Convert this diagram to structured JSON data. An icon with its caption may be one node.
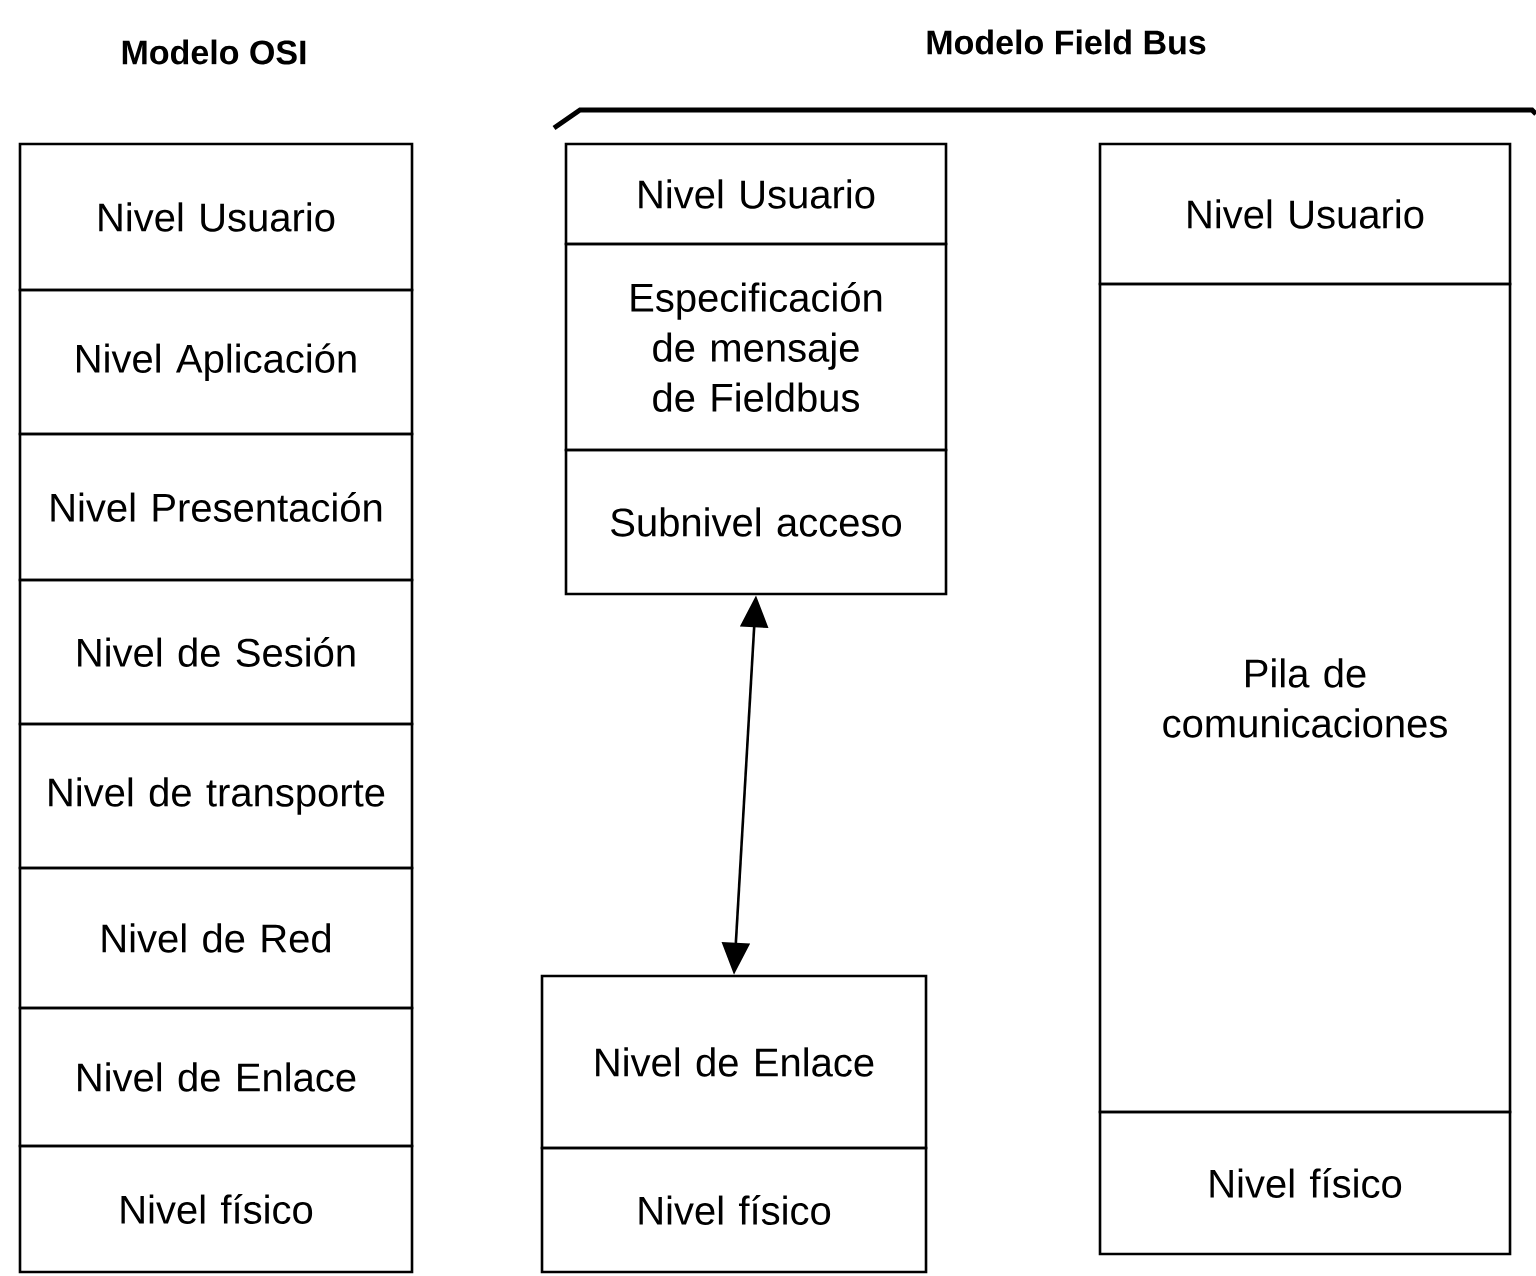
{
  "diagram": {
    "nodes": [
      {
        "text": [
          "Nivel Usuario"
        ]
      },
      {
        "text": [
          "Nivel Aplicación"
        ]
      },
      {
        "text": [
          "Nivel Presentación"
        ]
      },
      {
        "text": [
          "Nivel de Sesión"
        ]
      },
      {
        "text": [
          "Nivel de transporte"
        ]
      },
      {
        "text": [
          "Nivel de Red"
        ]
      },
      {
        "text": [
          "Nivel de Enlace"
        ]
      },
      {
        "text": [
          "Nivel físico"
        ]
      },
      {
        "text": [
          "Nivel Usuario"
        ]
      },
      {
        "text": [
          "Especificación de mensaje de Fieldbus"
        ]
      },
      {
        "text": [
          "Subnivel acceso"
        ]
      },
      {
        "text": [
          "Nivel de Enlace"
        ]
      },
      {
        "text": [
          "Nivel físico"
        ]
      },
      {
        "text": [
          "Nivel Usuario"
        ]
      },
      {
        "text": [
          "Pila de comunicaciones"
        ]
      },
      {
        "text": [
          "Nivel físico"
        ]
      }
    ],
    "edges": [
      {
        "from": 10,
        "to": 11,
        "arrow": "both"
      }
    ],
    "labels": [
      "Modelo OSI",
      "Modelo Field Bus"
    ]
  }
}
